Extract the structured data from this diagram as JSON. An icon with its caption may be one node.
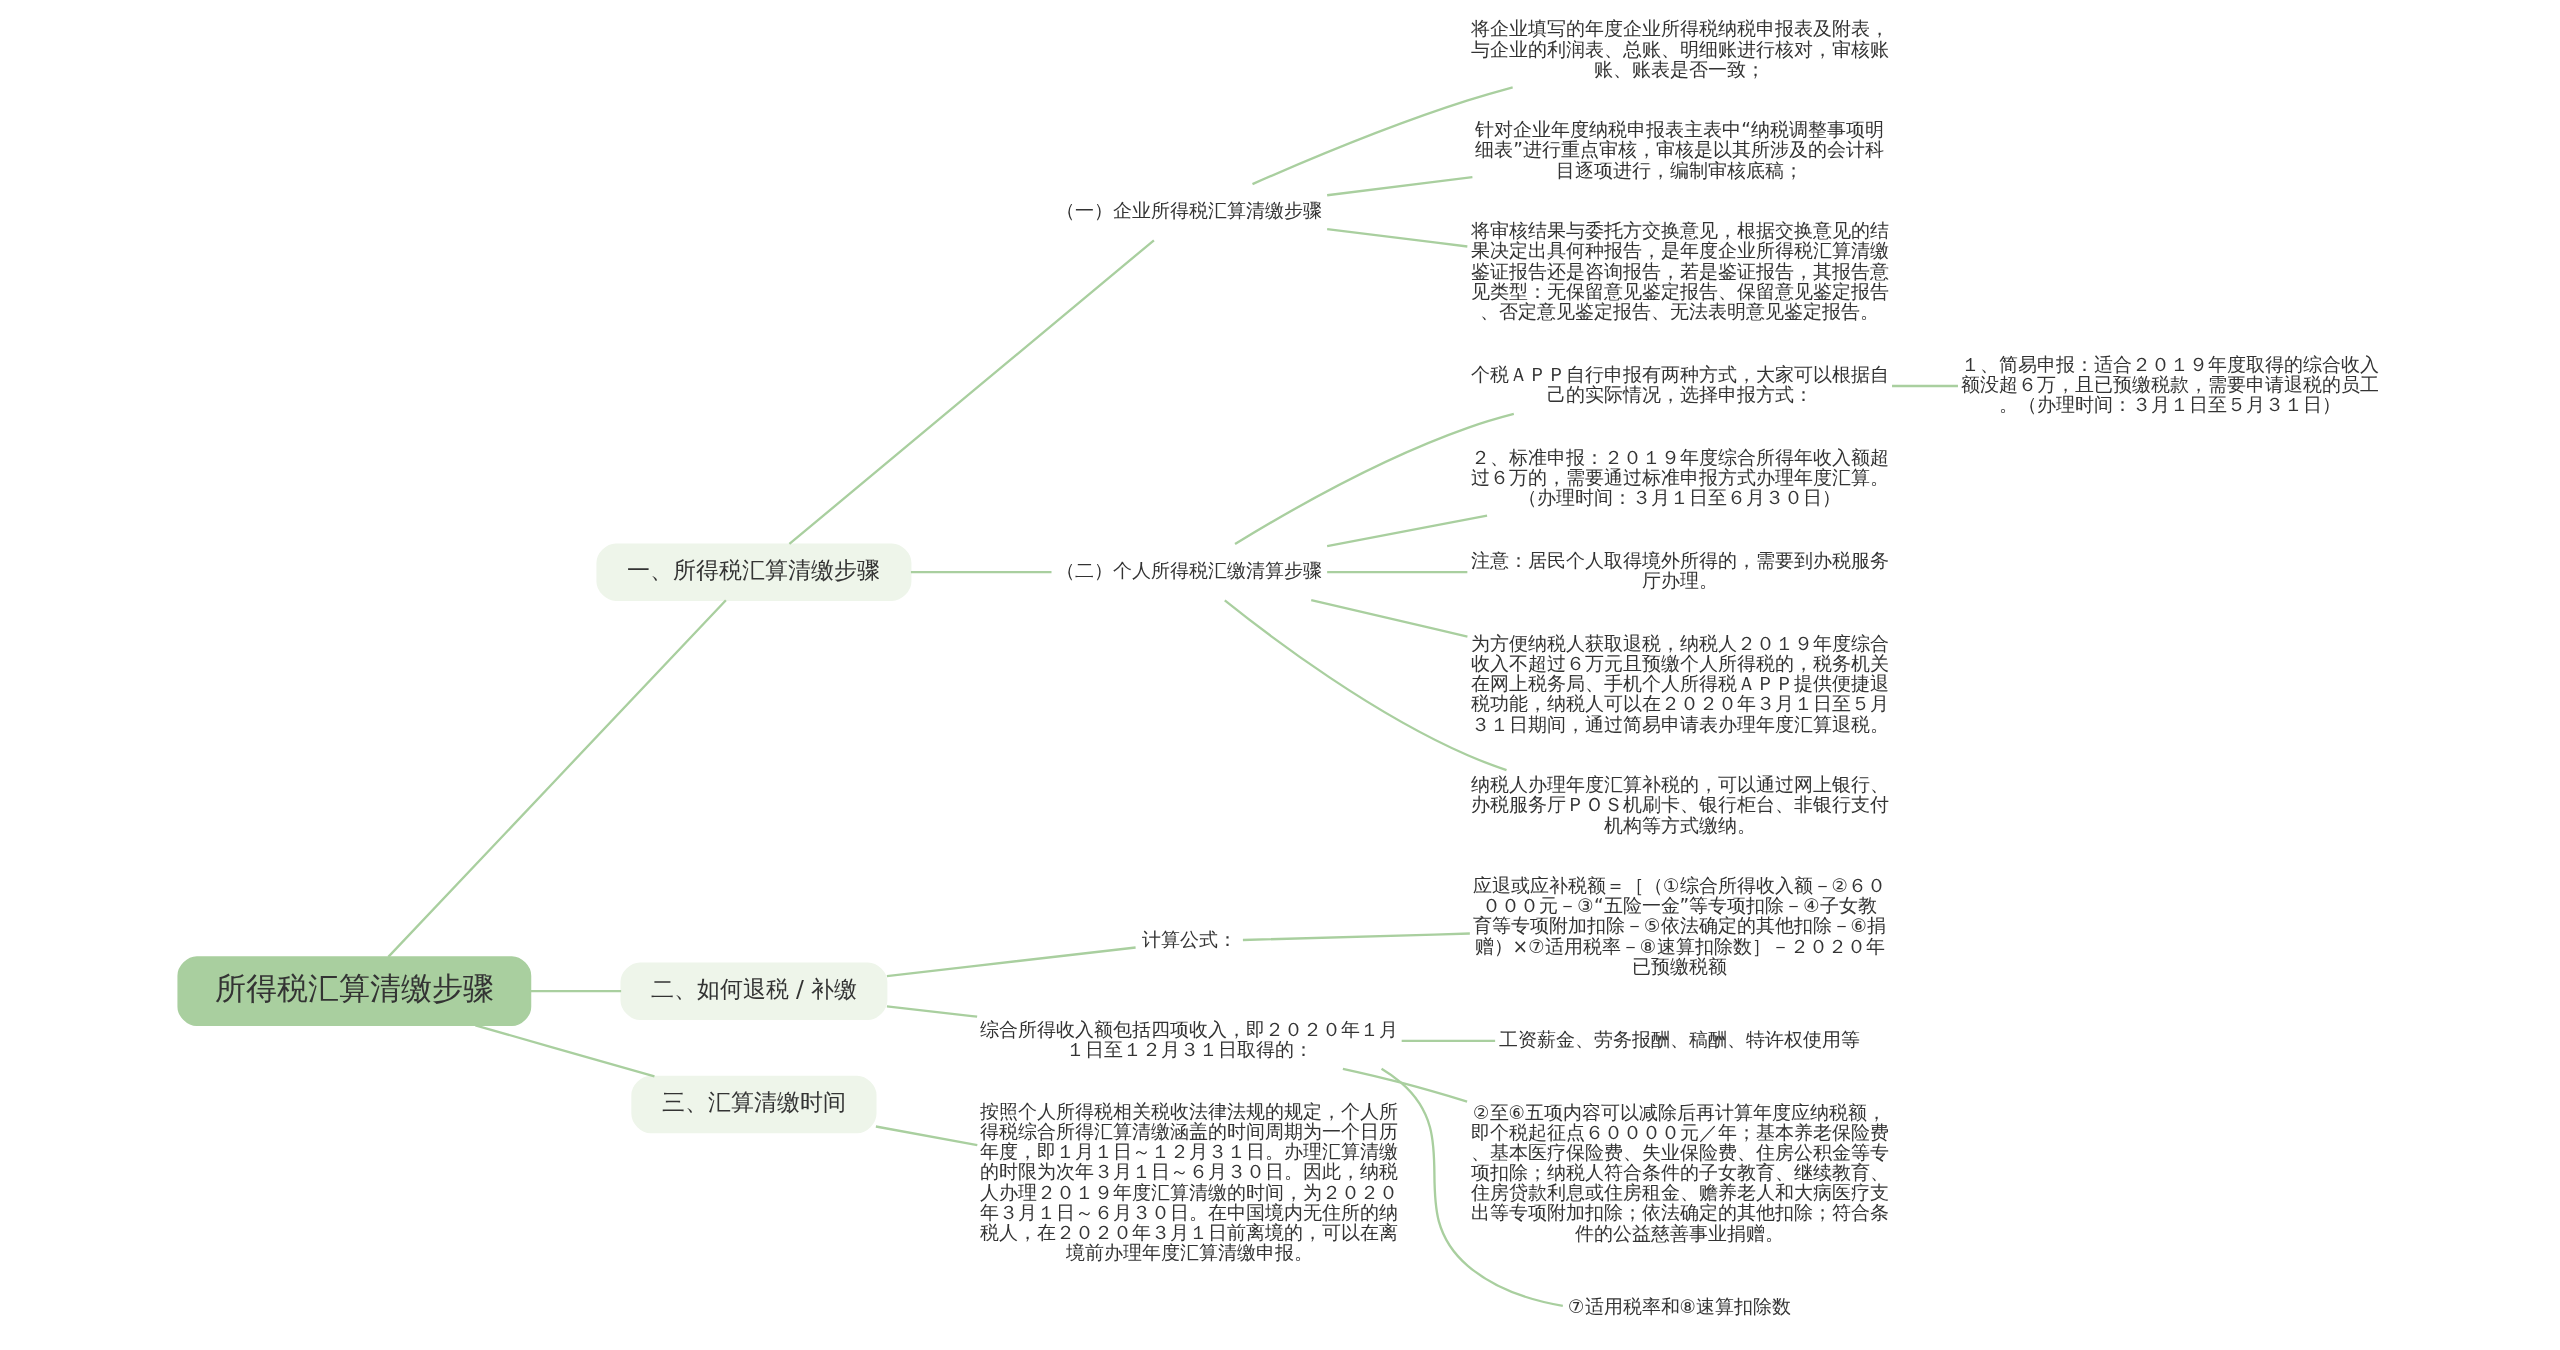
{
  "diagram": {
    "nodes": [
      {
        "text": [
          "所得税汇算清缴步骤"
        ]
      },
      {
        "text": [
          "一、所得税汇算清缴步骤"
        ]
      },
      {
        "text": [
          "（一）企业所得税汇算清缴步骤"
        ]
      },
      {
        "text": [
          "将企业填写的年度企业所得税纳税申报表及附表，与企业的利润表、总账、明细账进行核对，审核账账、账表是否一致；"
        ]
      },
      {
        "text": [
          "针对企业年度纳税申报表主表中“纳税调整事项明细表”进行重点审核，审核是以其所涉及的会计科目逐项进行，编制审核底稿；"
        ]
      },
      {
        "text": [
          "将审核结果与委托方交换意见，根据交换意见的结果决定出具何种报告，是年度企业所得税汇算清缴鉴证报告还是咨询报告，若是鉴证报告，其报告意见类型：无保留意见鉴定报告、保留意见鉴定报告、否定意见鉴定报告、无法表明意见鉴定报告。"
        ]
      },
      {
        "text": [
          "（二）个人所得税汇缴清算步骤"
        ]
      },
      {
        "text": [
          "个税ＡＰＰ自行申报有两种方式，大家可以根据自己的实际情况，选择申报方式："
        ]
      },
      {
        "text": [
          "１、简易申报：适合２０１９年度取得的综合收入额没超６万，且已预缴税款，需要申请退税的员工。（办理时间：３月１日至５月３１日）"
        ]
      },
      {
        "text": [
          "２、标准申报：２０１９年度综合所得年收入额超过６万的，需要通过标准申报方式办理年度汇算。（办理时间：３月１日至６月３０日）"
        ]
      },
      {
        "text": [
          "注意：居民个人取得境外所得的，需要到办税服务厅办理。"
        ]
      },
      {
        "text": [
          "为方便纳税人获取退税，纳税人２０１９年度综合收入不超过６万元且预缴个人所得税的，税务机关在网上税务局、手机个人所得税ＡＰＰ提供便捷退税功能，纳税人可以在２０２０年３月１日至５月３１日期间，通过简易申请表办理年度汇算退税。"
        ]
      },
      {
        "text": [
          "纳税人办理年度汇算补税的，可以通过网上银行、办税服务厅ＰＯＳ机刷卡、银行柜台、非银行支付机构等方式缴纳。"
        ]
      },
      {
        "text": [
          "二、如何退税 / 补缴"
        ]
      },
      {
        "text": [
          "计算公式："
        ]
      },
      {
        "text": [
          "应退或应补税额＝［（①综合所得收入额－②６００００元－③“五险一金”等专项扣除－④子女教育等专项附加扣除－⑤依法确定的其他扣除－⑥捐赠）×⑦适用税率－⑧速算扣除数］－２０２０年已预缴税额"
        ]
      },
      {
        "text": [
          "综合所得收入额包括四项收入，即２０２０年１月１日至１２月３１日取得的："
        ]
      },
      {
        "text": [
          "工资薪金、劳务报酬、稿酬、特许权使用等"
        ]
      },
      {
        "text": [
          "②至⑥五项内容可以减除后再计算年度应纳税额，即个税起征点６００００元／年；基本养老保险费、基本医疗保险费、失业保险费、住房公积金等专项扣除；纳税人符合条件的子女教育、继续教育、住房贷款利息或住房租金、赡养老人和大病医疗支出等专项附加扣除；依法确定的其他扣除；符合条件的公益慈善事业捐赠。"
        ]
      },
      {
        "text": [
          "⑦适用税率和⑧速算扣除数"
        ]
      },
      {
        "text": [
          "三、汇算清缴时间"
        ]
      },
      {
        "text": [
          "按照个人所得税相关税收法律法规的规定，个人所得税综合所得汇算清缴涵盖的时间周期为一个日历年度，即１月１日～１２月３１日。办理汇算清缴的时限为次年３月１日～６月３０日。因此，纳税人办理２０１９年度汇算清缴的时间，为２０２０年３月１日～６月３０日。在中国境内无住所的纳税人，在２０２０年３月１日前离境的，可以在离境前办理年度汇算清缴申报。"
        ]
      }
    ],
    "edges": [
      {
        "from": 0,
        "to": 1,
        "arrow": "none"
      },
      {
        "from": 1,
        "to": 2,
        "arrow": "none"
      },
      {
        "from": 2,
        "to": 3,
        "arrow": "none"
      },
      {
        "from": 2,
        "to": 4,
        "arrow": "none"
      },
      {
        "from": 2,
        "to": 5,
        "arrow": "none"
      },
      {
        "from": 1,
        "to": 6,
        "arrow": "none"
      },
      {
        "from": 6,
        "to": 7,
        "arrow": "none"
      },
      {
        "from": 7,
        "to": 8,
        "arrow": "none"
      },
      {
        "from": 6,
        "to": 9,
        "arrow": "none"
      },
      {
        "from": 6,
        "to": 10,
        "arrow": "none"
      },
      {
        "from": 6,
        "to": 11,
        "arrow": "none"
      },
      {
        "from": 6,
        "to": 12,
        "arrow": "none"
      },
      {
        "from": 0,
        "to": 13,
        "arrow": "none"
      },
      {
        "from": 13,
        "to": 14,
        "arrow": "none"
      },
      {
        "from": 14,
        "to": 15,
        "arrow": "none"
      },
      {
        "from": 13,
        "to": 16,
        "arrow": "none"
      },
      {
        "from": 16,
        "to": 17,
        "arrow": "none"
      },
      {
        "from": 16,
        "to": 18,
        "arrow": "none"
      },
      {
        "from": 16,
        "to": 19,
        "arrow": "none"
      },
      {
        "from": 0,
        "to": 20,
        "arrow": "none"
      },
      {
        "from": 20,
        "to": 21,
        "arrow": "none"
      }
    ]
  }
}
